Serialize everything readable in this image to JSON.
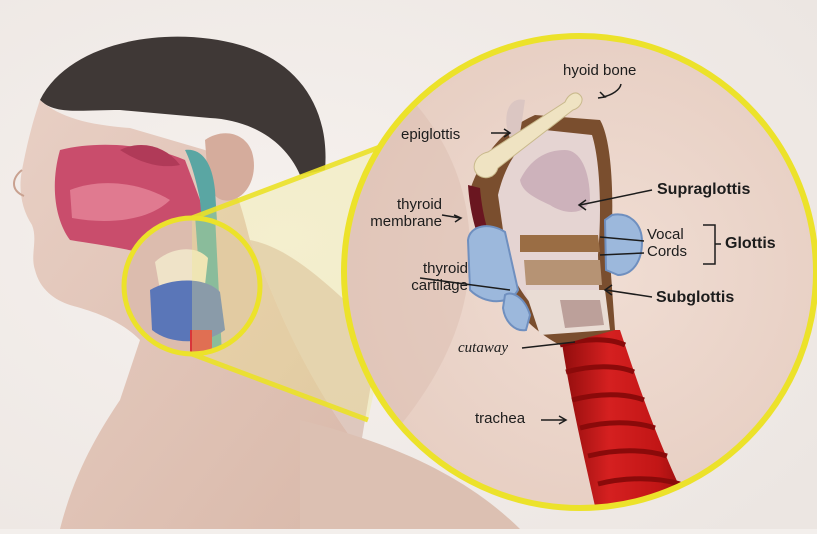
{
  "labels": {
    "hyoid_bone": "hyoid bone",
    "epiglottis": "epiglottis",
    "thyroid_membrane": [
      "thyroid",
      "membrane"
    ],
    "thyroid_cartilage": [
      "thyroid",
      "cartilage"
    ],
    "supraglottis": "Supraglottis",
    "vocal_cords": [
      "Vocal",
      "Cords"
    ],
    "glottis": "Glottis",
    "subglottis": "Subglottis",
    "cutaway": "cutaway",
    "trachea": "trachea"
  },
  "colors": {
    "highlight_ring": "#ece22a",
    "trachea": "#c41818",
    "cartilage_blue": "#9cb8dc",
    "skin": "#e2c4b6",
    "oral_cavity": "#c9486a",
    "label_text": "#1c1c1c"
  }
}
